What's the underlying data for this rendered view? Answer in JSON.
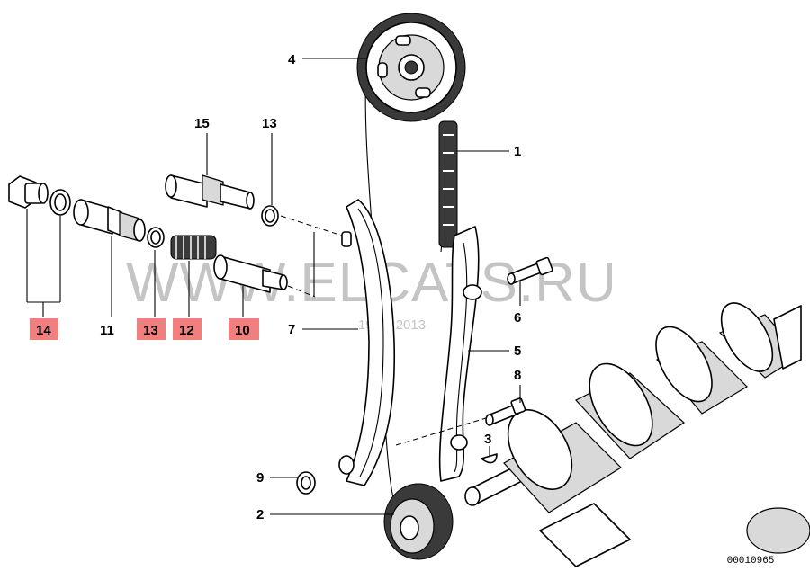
{
  "diagram": {
    "labels": [
      {
        "id": "1",
        "text": "1",
        "highlighted": false
      },
      {
        "id": "2",
        "text": "2",
        "highlighted": false
      },
      {
        "id": "3",
        "text": "3",
        "highlighted": false
      },
      {
        "id": "4",
        "text": "4",
        "highlighted": false
      },
      {
        "id": "5",
        "text": "5",
        "highlighted": false
      },
      {
        "id": "6",
        "text": "6",
        "highlighted": false
      },
      {
        "id": "7",
        "text": "7",
        "highlighted": false
      },
      {
        "id": "8",
        "text": "8",
        "highlighted": false
      },
      {
        "id": "9",
        "text": "9",
        "highlighted": false
      },
      {
        "id": "10",
        "text": "10",
        "highlighted": true
      },
      {
        "id": "11",
        "text": "11",
        "highlighted": false
      },
      {
        "id": "12",
        "text": "12",
        "highlighted": true
      },
      {
        "id": "13a",
        "text": "13",
        "highlighted": false
      },
      {
        "id": "13b",
        "text": "13",
        "highlighted": true
      },
      {
        "id": "14",
        "text": "14",
        "highlighted": true
      },
      {
        "id": "15",
        "text": "15",
        "highlighted": false
      }
    ],
    "watermark": "WWW.ELCATS.RU",
    "watermark_date": "19.09.2013",
    "reference_number": "00010965",
    "highlight_color": "#f08080"
  }
}
